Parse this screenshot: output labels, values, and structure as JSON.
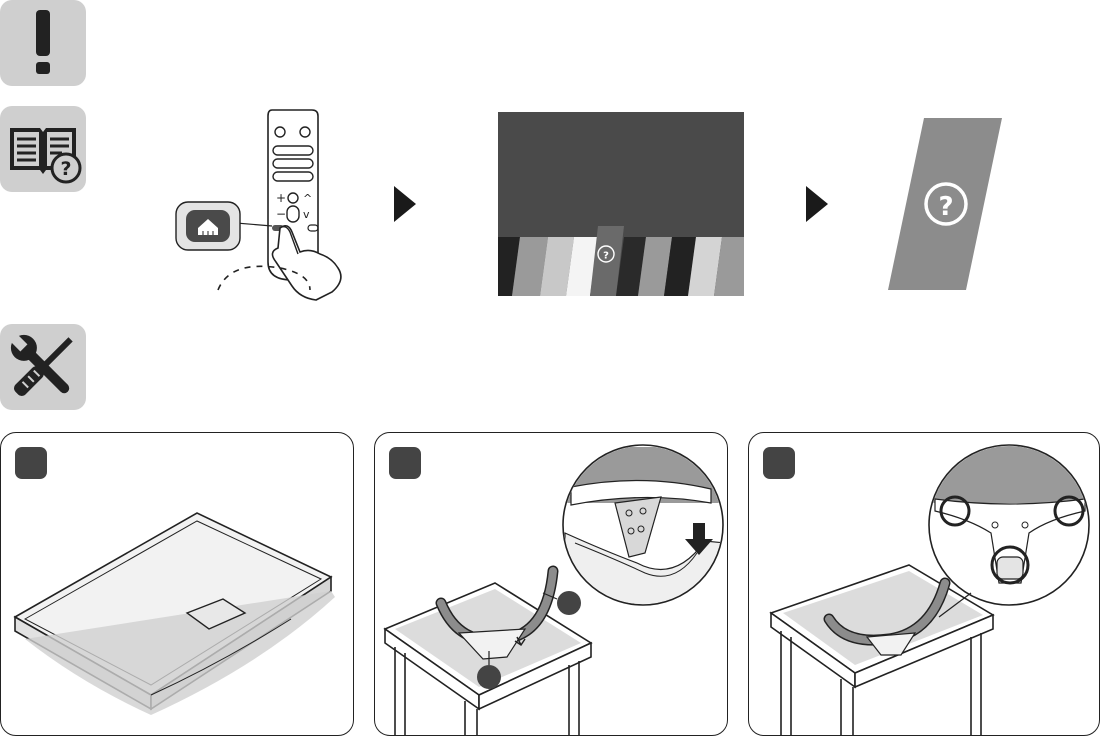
{
  "icons": {
    "caution": "exclamation-icon",
    "manual": "book-question-icon",
    "tools": "screwdriver-wrench-icon",
    "home_button": "home-icon",
    "help": "question-mark-icon"
  },
  "colors": {
    "icon_bg": "#cfcfcf",
    "screen_dark": "#4a4a4a",
    "badge": "#444444",
    "panel_border": "#222222"
  },
  "guide_flow": {
    "step_arrows": 2
  },
  "steps": [
    {
      "id": 1
    },
    {
      "id": 2
    },
    {
      "id": 3
    }
  ]
}
